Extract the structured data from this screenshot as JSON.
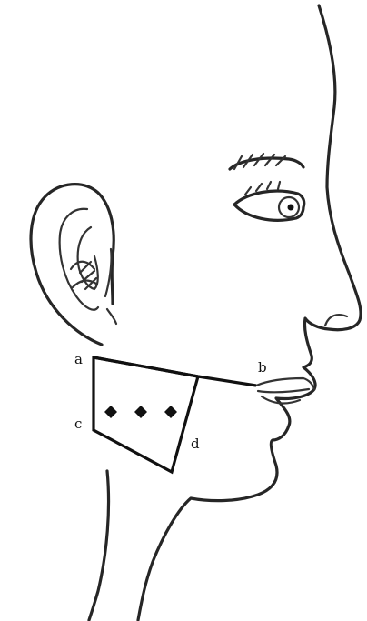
{
  "figure": {
    "labels": {
      "a": "a",
      "b": "b",
      "c": "c",
      "d": "d"
    },
    "line_color": "#111111"
  }
}
